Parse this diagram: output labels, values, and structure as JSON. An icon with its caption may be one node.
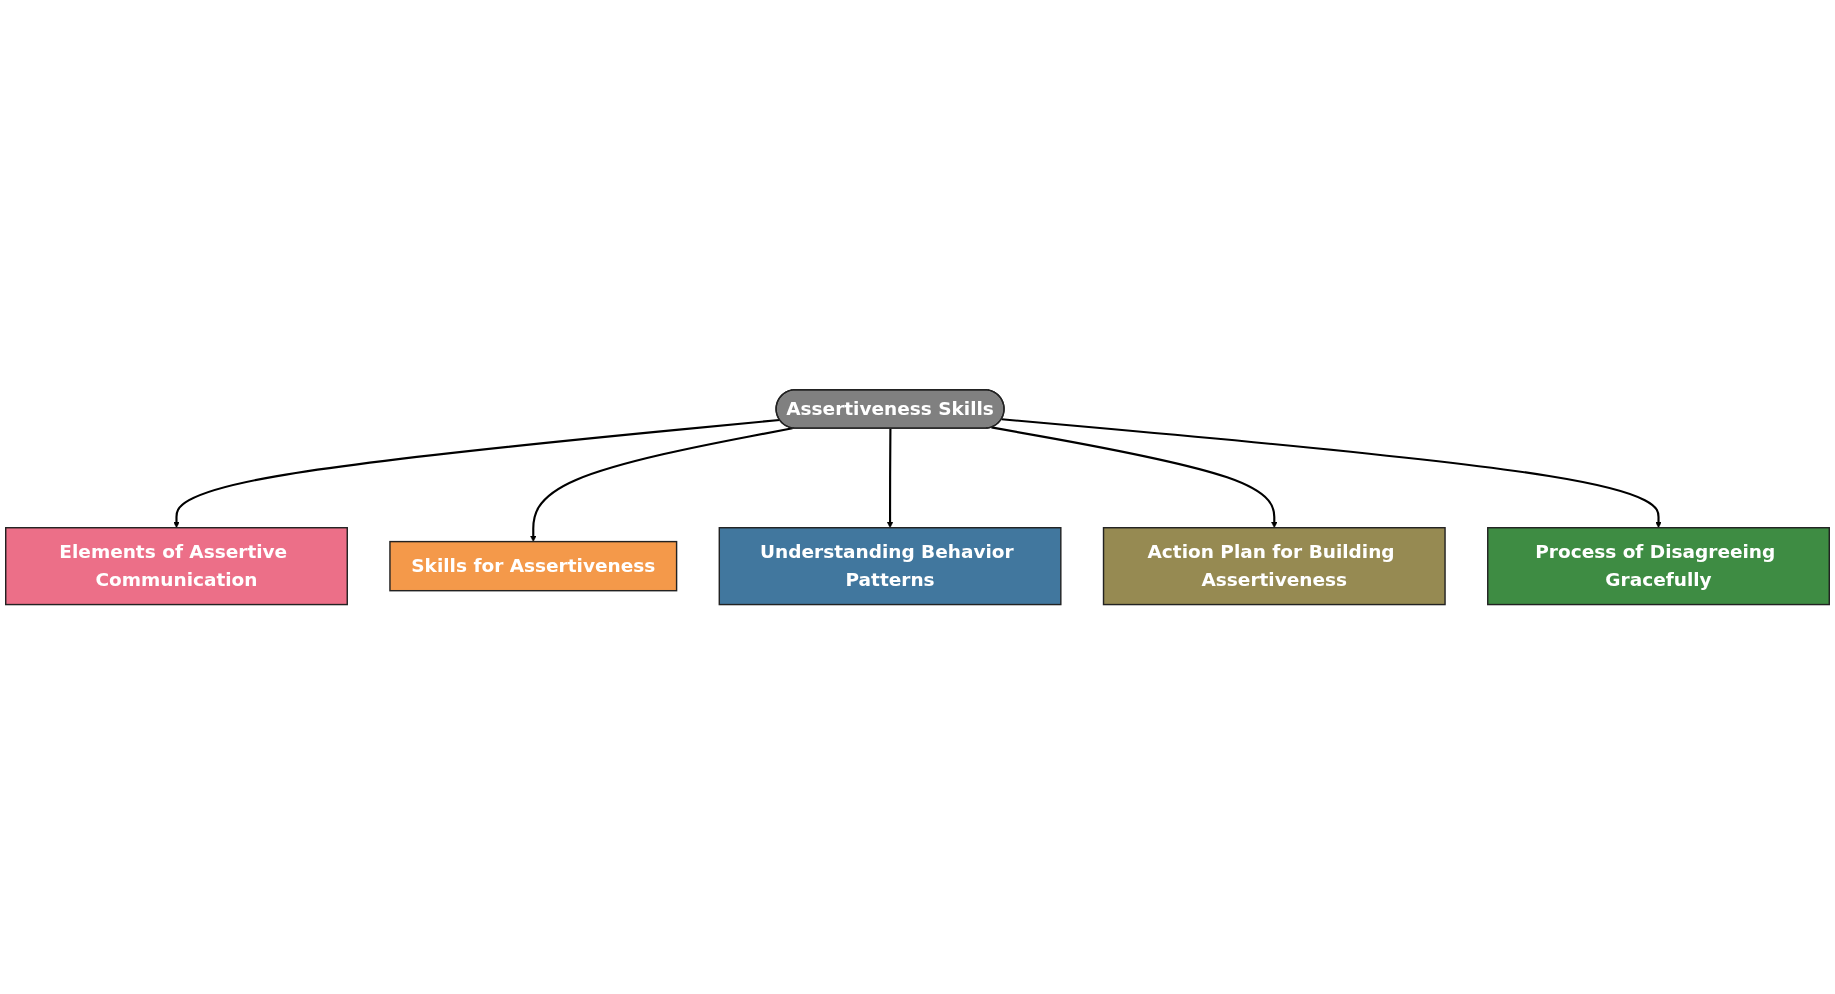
{
  "diagram": {
    "nodes": [
      {
        "text": [
          "Elements of Assertive Communication"
        ]
      },
      {
        "text": [
          "Skills for Assertiveness"
        ]
      },
      {
        "text": [
          "Understanding Behavior Patterns"
        ]
      },
      {
        "text": [
          "Assertiveness Skills"
        ]
      },
      {
        "text": [
          "Action Plan for Building Assertiveness"
        ]
      },
      {
        "text": [
          "Process of Disagreeing Gracefully"
        ]
      }
    ],
    "edges": [
      {
        "from": 3,
        "to": 0,
        "arrow": "to"
      },
      {
        "from": 3,
        "to": 1,
        "arrow": "to"
      },
      {
        "from": 3,
        "to": 2,
        "arrow": "to"
      },
      {
        "from": 3,
        "to": 4,
        "arrow": "to"
      },
      {
        "from": 3,
        "to": 5,
        "arrow": "to"
      }
    ]
  }
}
